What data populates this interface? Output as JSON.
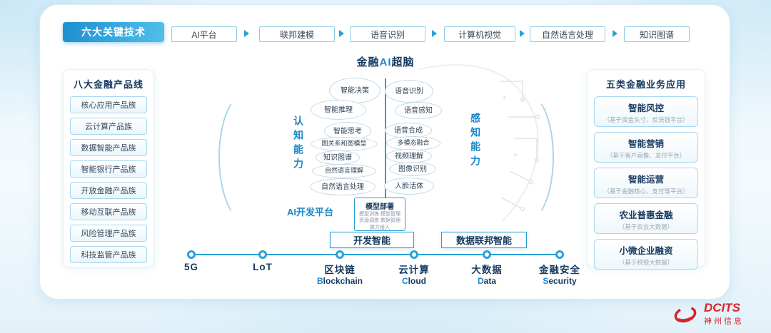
{
  "header": {
    "key_tech_button": "六大关键技术",
    "technologies": [
      "AI平台",
      "联邦建模",
      "语音识别",
      "计算机视觉",
      "自然语言处理",
      "知识图谱"
    ]
  },
  "left_panel": {
    "title": "八大金融产品线",
    "items": [
      "核心应用产品族",
      "云计算产品族",
      "数据智能产品族",
      "智能银行产品族",
      "开放金融产品族",
      "移动互联产品族",
      "风险管理产品族",
      "科技监管产品族"
    ]
  },
  "right_panel": {
    "title": "五类金融业务应用",
    "items": [
      {
        "title": "智能风控",
        "subtitle": "（基于资金头寸、反洗钱平台）"
      },
      {
        "title": "智能营销",
        "subtitle": "（基于客户画像、支付平台）"
      },
      {
        "title": "智能运营",
        "subtitle": "（基于金融核心、支付等平台）"
      },
      {
        "title": "农业普惠金融",
        "subtitle": "（基于农业大数据）"
      },
      {
        "title": "小微企业融资",
        "subtitle": "（基于税银大数据）"
      }
    ]
  },
  "brain": {
    "title_prefix": "金融",
    "title_accent": "AI",
    "title_suffix": "超脑",
    "left_capability": "认知能力",
    "right_capability": "感知能力",
    "cognitive": [
      "智能决策",
      "智能推理",
      "智能思考",
      "图关系和图模型",
      "知识图谱",
      "自然语言理解",
      "自然语言处理"
    ],
    "perception": [
      "语音识别",
      "语音感知",
      "语音合成",
      "多模态融合",
      "视频理解",
      "图像识别",
      "人脸活体"
    ],
    "platform_label": "AI开发平台",
    "deploy": {
      "title": "模型部署",
      "lines": [
        "模型训练 模型管理",
        "资源调度 数据管理",
        "算力接入"
      ]
    },
    "dev_box": "开发智能",
    "fed_box": "数据联邦智能"
  },
  "timeline": [
    {
      "zh": "5G",
      "en_first": "",
      "en_rest": ""
    },
    {
      "zh": "LoT",
      "en_first": "",
      "en_rest": ""
    },
    {
      "zh": "区块链",
      "en_first": "B",
      "en_rest": "lockchain"
    },
    {
      "zh": "云计算",
      "en_first": "C",
      "en_rest": "loud"
    },
    {
      "zh": "大数据",
      "en_first": "D",
      "en_rest": "ata"
    },
    {
      "zh": "金融安全",
      "en_first": "S",
      "en_rest": "ecurity"
    }
  ],
  "logo": {
    "brand": "DCITS",
    "company": "神州信息"
  },
  "colors": {
    "accent": "#1b87c9",
    "accent_light": "#2aa0d8",
    "brand_red": "#d8232a",
    "text_dark": "#16395f"
  }
}
